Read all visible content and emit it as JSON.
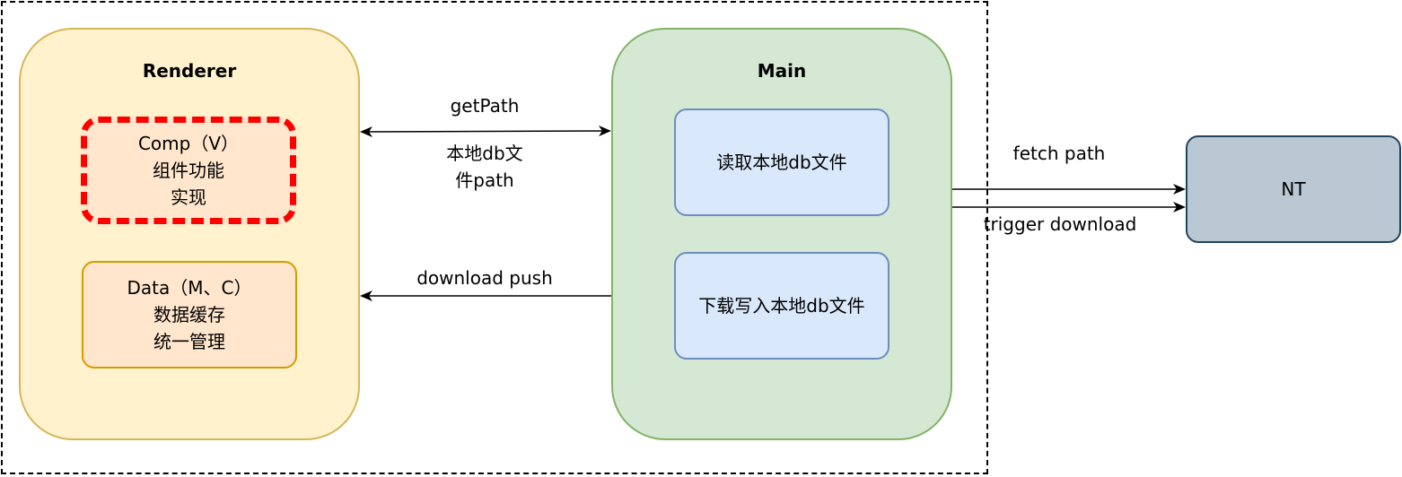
{
  "renderer": {
    "title": "Renderer",
    "comp": {
      "line1": "Comp（V）",
      "line2": "组件功能",
      "line3": "实现"
    },
    "data": {
      "line1": "Data（M、C）",
      "line2": "数据缓存",
      "line3": "统一管理"
    }
  },
  "main": {
    "title": "Main",
    "read_label": "读取本地db文件",
    "write_label": "下载写入本地db文件"
  },
  "nt": {
    "label": "NT"
  },
  "edges": {
    "get_path": "getPath",
    "db_path_line1": "本地db文",
    "db_path_line2": "件path",
    "download_push": "download push",
    "fetch_path": "fetch path",
    "trigger_download": "trigger download"
  }
}
